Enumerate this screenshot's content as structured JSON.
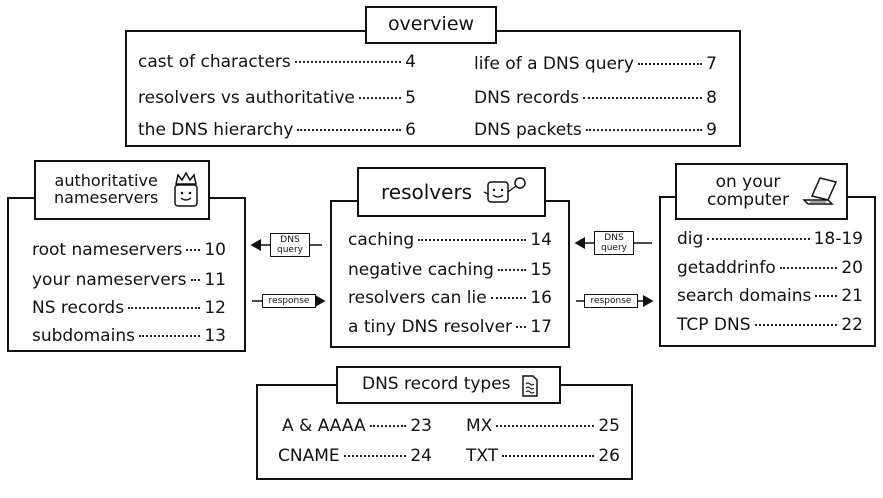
{
  "overview": {
    "title": "overview",
    "left": [
      {
        "label": "cast of characters",
        "page": "4"
      },
      {
        "label": "resolvers vs authoritative",
        "page": "5"
      },
      {
        "label": "the DNS hierarchy",
        "page": "6"
      }
    ],
    "right": [
      {
        "label": "life of a DNS query",
        "page": "7"
      },
      {
        "label": "DNS records",
        "page": "8"
      },
      {
        "label": "DNS packets",
        "page": "9"
      }
    ]
  },
  "authoritative": {
    "title_line1": "authoritative",
    "title_line2": "nameservers",
    "icon": "crowned-smiley-icon",
    "items": [
      {
        "label": "root nameservers",
        "page": "10"
      },
      {
        "label": "your nameservers",
        "page": "11"
      },
      {
        "label": "NS records",
        "page": "12"
      },
      {
        "label": "subdomains",
        "page": "13"
      }
    ]
  },
  "resolvers": {
    "title": "resolvers",
    "icon": "smiley-magnifier-icon",
    "items": [
      {
        "label": "caching",
        "page": "14"
      },
      {
        "label": "negative caching",
        "page": "15"
      },
      {
        "label": "resolvers can lie",
        "page": "16"
      },
      {
        "label": "a tiny DNS resolver",
        "page": "17"
      }
    ]
  },
  "computer": {
    "title_line1": "on your",
    "title_line2": "computer",
    "icon": "laptop-icon",
    "items": [
      {
        "label": "dig",
        "page": "18-19"
      },
      {
        "label": "getaddrinfo",
        "page": "20"
      },
      {
        "label": "search domains",
        "page": "21"
      },
      {
        "label": "TCP DNS",
        "page": "22"
      }
    ]
  },
  "record_types": {
    "title": "DNS record types",
    "icon": "document-icon",
    "left": [
      {
        "label": "A & AAAA",
        "page": "23"
      },
      {
        "label": "CNAME",
        "page": "24"
      }
    ],
    "right": [
      {
        "label": "MX",
        "page": "25"
      },
      {
        "label": "TXT",
        "page": "26"
      }
    ]
  },
  "arrows": {
    "query_line1": "DNS",
    "query_line2": "query",
    "response": "response"
  }
}
